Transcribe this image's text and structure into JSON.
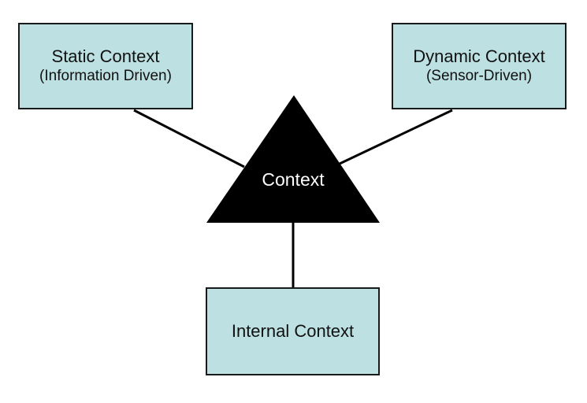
{
  "colors": {
    "background": "#ffffff",
    "box-fill": "#bde0e2",
    "box-border": "#1a1a1a",
    "box-text": "#111111",
    "line": "#000000",
    "triangle-fill": "#000000",
    "triangle-text": "#ffffff"
  },
  "diagram": {
    "center": {
      "label": "Context"
    },
    "nodes": [
      {
        "id": "static-context",
        "title": "Static Context",
        "subtitle": "(Information Driven)"
      },
      {
        "id": "dynamic-context",
        "title": "Dynamic Context",
        "subtitle": "(Sensor-Driven)"
      },
      {
        "id": "internal-context",
        "title": "Internal Context",
        "subtitle": ""
      }
    ]
  }
}
